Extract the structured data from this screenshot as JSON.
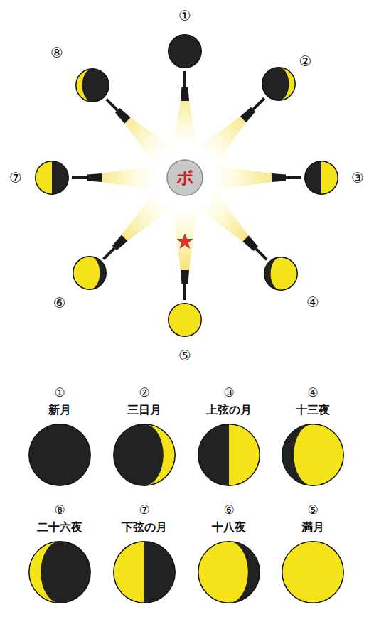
{
  "diagram": {
    "nodes": [
      {
        "text": [
          "①"
        ]
      },
      {
        "text": [
          "②"
        ]
      },
      {
        "text": [
          "③"
        ]
      },
      {
        "text": [
          "④"
        ]
      },
      {
        "text": [
          "⑤"
        ]
      },
      {
        "text": [
          "⑥"
        ]
      },
      {
        "text": [
          "⑦"
        ]
      },
      {
        "text": [
          "⑧"
        ]
      },
      {
        "text": [
          "ボ"
        ]
      },
      {
        "text": [
          "①",
          "新月"
        ]
      },
      {
        "text": [
          "②",
          "三日月"
        ]
      },
      {
        "text": [
          "③",
          "上弦の月"
        ]
      },
      {
        "text": [
          "④",
          "十三夜"
        ]
      },
      {
        "text": [
          "⑧",
          "二十六夜"
        ]
      },
      {
        "text": [
          "⑦",
          "下弦の月"
        ]
      },
      {
        "text": [
          "⑥",
          "十八夜"
        ]
      },
      {
        "text": [
          "⑤",
          "満月"
        ]
      }
    ]
  }
}
